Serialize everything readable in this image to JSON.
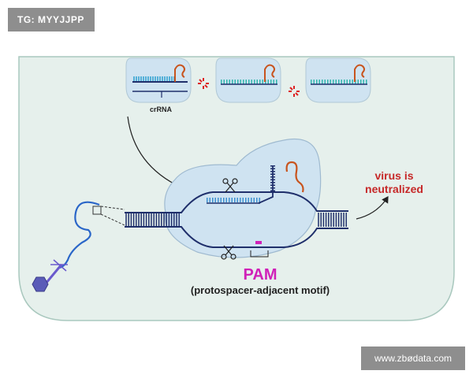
{
  "watermark_top": "TG: MYYJJPP",
  "watermark_bottom": "www.zbødata.com",
  "diagram": {
    "crrna_label": "crRNA",
    "result_line1": "virus is",
    "result_line2": "neutralized",
    "pam_label": "PAM",
    "pam_subtitle": "(protospacer-adjacent motif)"
  },
  "colors": {
    "cell_fill": "#e6f0ec",
    "cell_border": "#a9c8be",
    "complex_fill": "#cfe3f1",
    "dna_strand": "#1f2f6b",
    "crrna_teal": "#2fb5ad",
    "crrna_blue": "#3a8fd0",
    "hairpin_orange": "#c8541e",
    "pam_magenta": "#d020b8",
    "result_red": "#c62828",
    "phage_blue": "#2a66c8",
    "phage_purple": "#6a5acd"
  },
  "icons": [
    "scissors-icon",
    "burst-icon",
    "phage-icon",
    "arrow-icon"
  ]
}
